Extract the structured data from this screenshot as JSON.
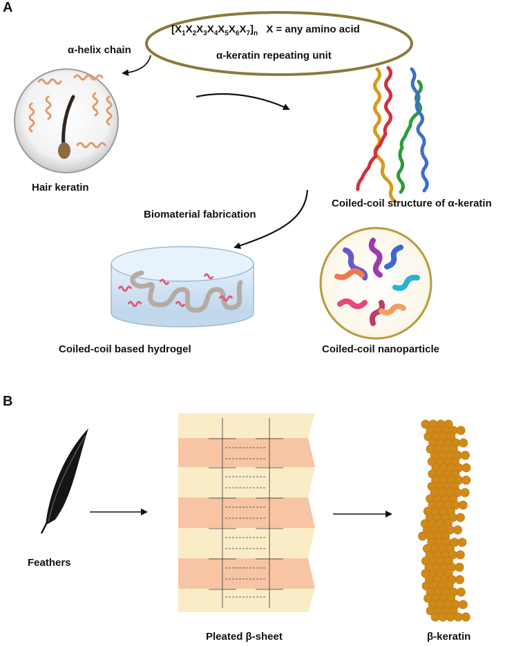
{
  "panels": {
    "a": "A",
    "b": "B"
  },
  "formula": {
    "open": "[X",
    "subs": [
      "1",
      "2",
      "3",
      "4",
      "5",
      "6",
      "7"
    ],
    "close": "]",
    "n": "n",
    "definition": "X = any amino acid",
    "caption": "α-keratin repeating unit"
  },
  "labels": {
    "alpha_helix_chain": "α-helix chain",
    "hair_keratin": "Hair keratin",
    "coiled_coil_structure": "Coiled-coil structure of α-keratin",
    "biomaterial_fabrication": "Biomaterial fabrication",
    "hydrogel": "Coiled-coil based hydrogel",
    "nanoparticle": "Coiled-coil nanoparticle",
    "feathers": "Feathers",
    "pleated_sheet": "Pleated β-sheet",
    "beta_keratin": "β-keratin"
  },
  "colors": {
    "ellipse_stroke": "#8a7a3c",
    "helix_orange": "#e0a060",
    "helix_red": "#d0303a",
    "helix_gold": "#d79a1e",
    "helix_green": "#2e9a3a",
    "helix_blue": "#3c6fc8",
    "sheet_light": "#fbecc8",
    "sheet_dark": "#f7c4a4",
    "bead": "#d08a18"
  }
}
